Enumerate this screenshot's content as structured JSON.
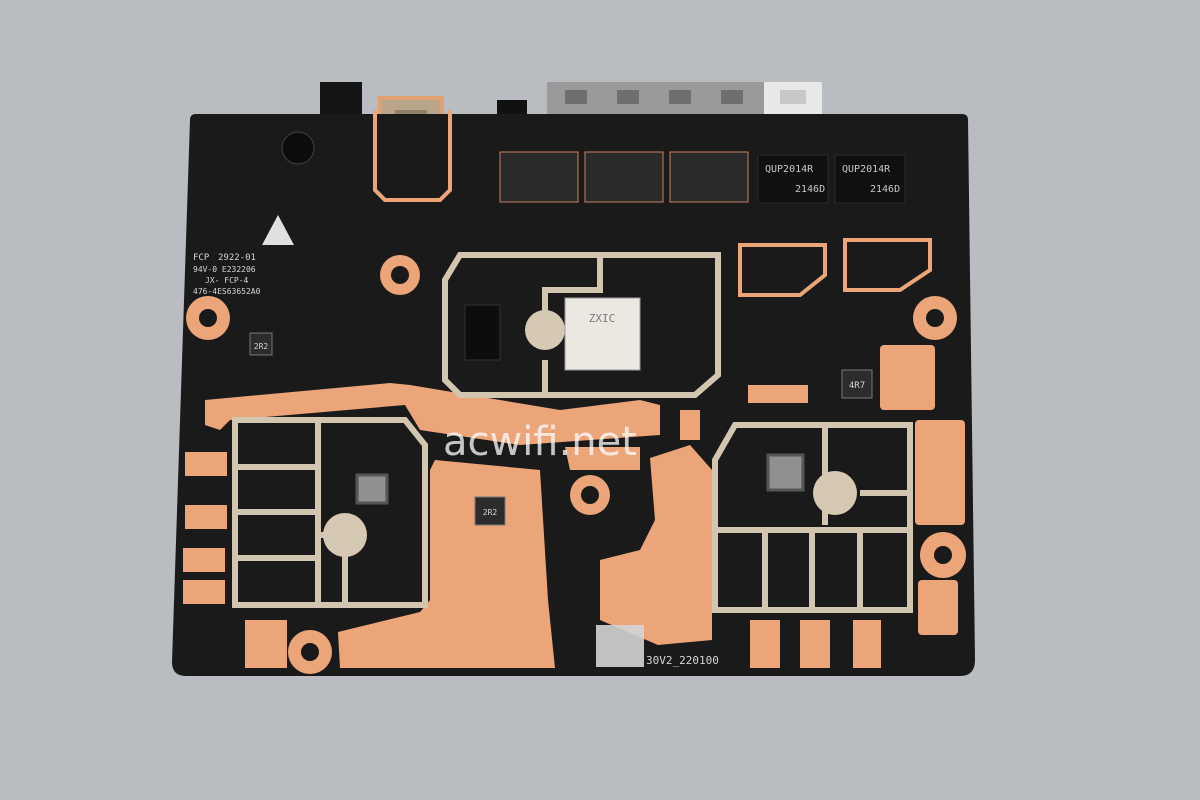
{
  "board": {
    "marking_lines": [
      "2922-01",
      "94V-0 E232206",
      "JX- FCP-4",
      "476-4ES63652A0"
    ],
    "logo_text": "FCP",
    "part_number_tail": "30V2_220100",
    "inductor_1": "2R2",
    "inductor_2": "4R7",
    "inductor_3": "2R2"
  },
  "components": {
    "soc_brand": "ZXIC",
    "transformer_1": {
      "line1": "QUP2014R",
      "line2": "2146D"
    },
    "transformer_2": {
      "line1": "QUP2014R",
      "line2": "2146D"
    }
  },
  "watermark": {
    "text": "acwifi.net"
  },
  "colors": {
    "background": "#b9bcc0",
    "pcb": "#1a1a1a",
    "copper_pad": "#eba579",
    "shield": "#d2c6b0"
  }
}
